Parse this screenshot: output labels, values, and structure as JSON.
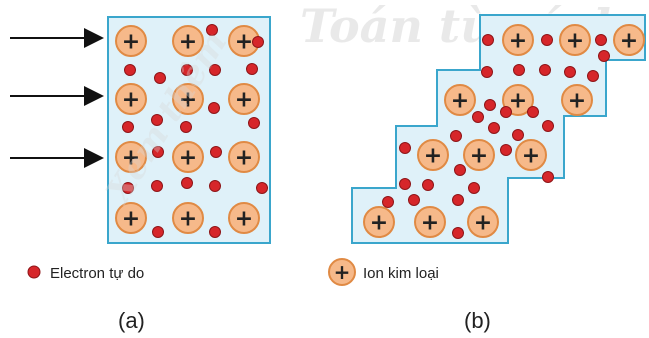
{
  "legend": {
    "electron_label": "Electron tự do",
    "ion_label": "Ion kim loại",
    "ion_symbol": "+"
  },
  "panels": {
    "a_label": "(a)",
    "b_label": "(b)"
  },
  "watermark": {
    "text": "Xem thêm",
    "faded_text": "Toán từ sách"
  },
  "colors": {
    "lattice_fill": "#dff1f9",
    "lattice_stroke": "#3aa6cc",
    "ion_fill": "#f6b98a",
    "ion_stroke": "#e08a44",
    "electron_fill": "#d6262a",
    "electron_stroke": "#8e1518",
    "arrow": "#111111"
  }
}
